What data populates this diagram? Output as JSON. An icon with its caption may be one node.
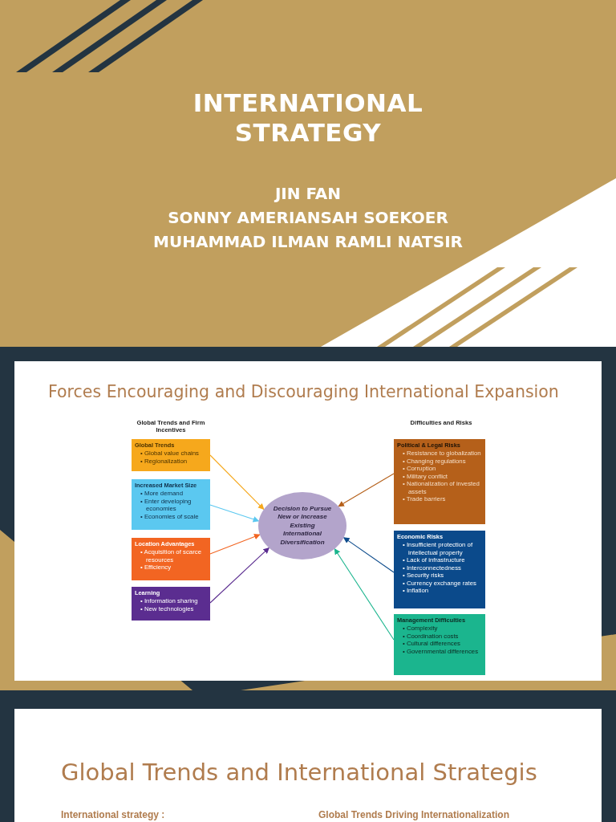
{
  "diagram": {
    "title": "INTERNATIONAL STRATEGY",
    "nodes": [
      {
        "text": [
          "Global Trends",
          "• Global value chains",
          "• Regionalization"
        ]
      },
      {
        "text": [
          "Increased Market Size",
          "• More demand",
          "• Enter developing economies",
          "• Economies of scale"
        ]
      },
      {
        "text": [
          "Location Advantages",
          "• Acquisition of scarce resources",
          "• Efficiency"
        ]
      },
      {
        "text": [
          "Learning",
          "• Information sharing",
          "• New technologies"
        ]
      },
      {
        "text": [
          "Decision to Pursue New or Increase Existing International Diversification"
        ]
      },
      {
        "text": [
          "Political  & Legal Risks",
          "• Resistance to globalization",
          "• Changing regulations",
          "• Corruption",
          "• Military conflict",
          "• Nationalization of invested assets",
          "• Trade barriers"
        ]
      },
      {
        "text": [
          "Economic Risks",
          "• Insufficient protection of intellectual property",
          "• Lack of infrastructure",
          "• Interconnectedness",
          "• Security risks",
          "• Currency exchange rates",
          "• Inflation"
        ]
      },
      {
        "text": [
          "Management Difficulties",
          "• Complexity",
          "• Coordination costs",
          "• Cultural differences",
          "• Governmental differences"
        ]
      }
    ],
    "edges": [
      {
        "from": 0,
        "to": 4,
        "arrow": "to",
        "color": "#f6a81c"
      },
      {
        "from": 1,
        "to": 4,
        "arrow": "to",
        "color": "#5bc8f0"
      },
      {
        "from": 2,
        "to": 4,
        "arrow": "to",
        "color": "#f26522"
      },
      {
        "from": 3,
        "to": 4,
        "arrow": "to",
        "color": "#5b2d90"
      },
      {
        "from": 5,
        "to": 4,
        "arrow": "to",
        "color": "#b5601a"
      },
      {
        "from": 6,
        "to": 4,
        "arrow": "to",
        "color": "#0b4a8b"
      },
      {
        "from": 7,
        "to": 4,
        "arrow": "to",
        "color": "#1bb58e"
      }
    ],
    "labels": [
      "JIN FAN",
      "SONNY AMERIANSAH SOEKOER",
      "MUHAMMAD ILMAN RAMLI NATSIR",
      "Forces Encouraging and Discouraging International Expansion",
      "Global Trends and Firm Incentives",
      "Difficulties and Risks",
      "Global Trends and International Strategis",
      "International strategy :",
      "Global Trends Driving Internationalization"
    ]
  }
}
